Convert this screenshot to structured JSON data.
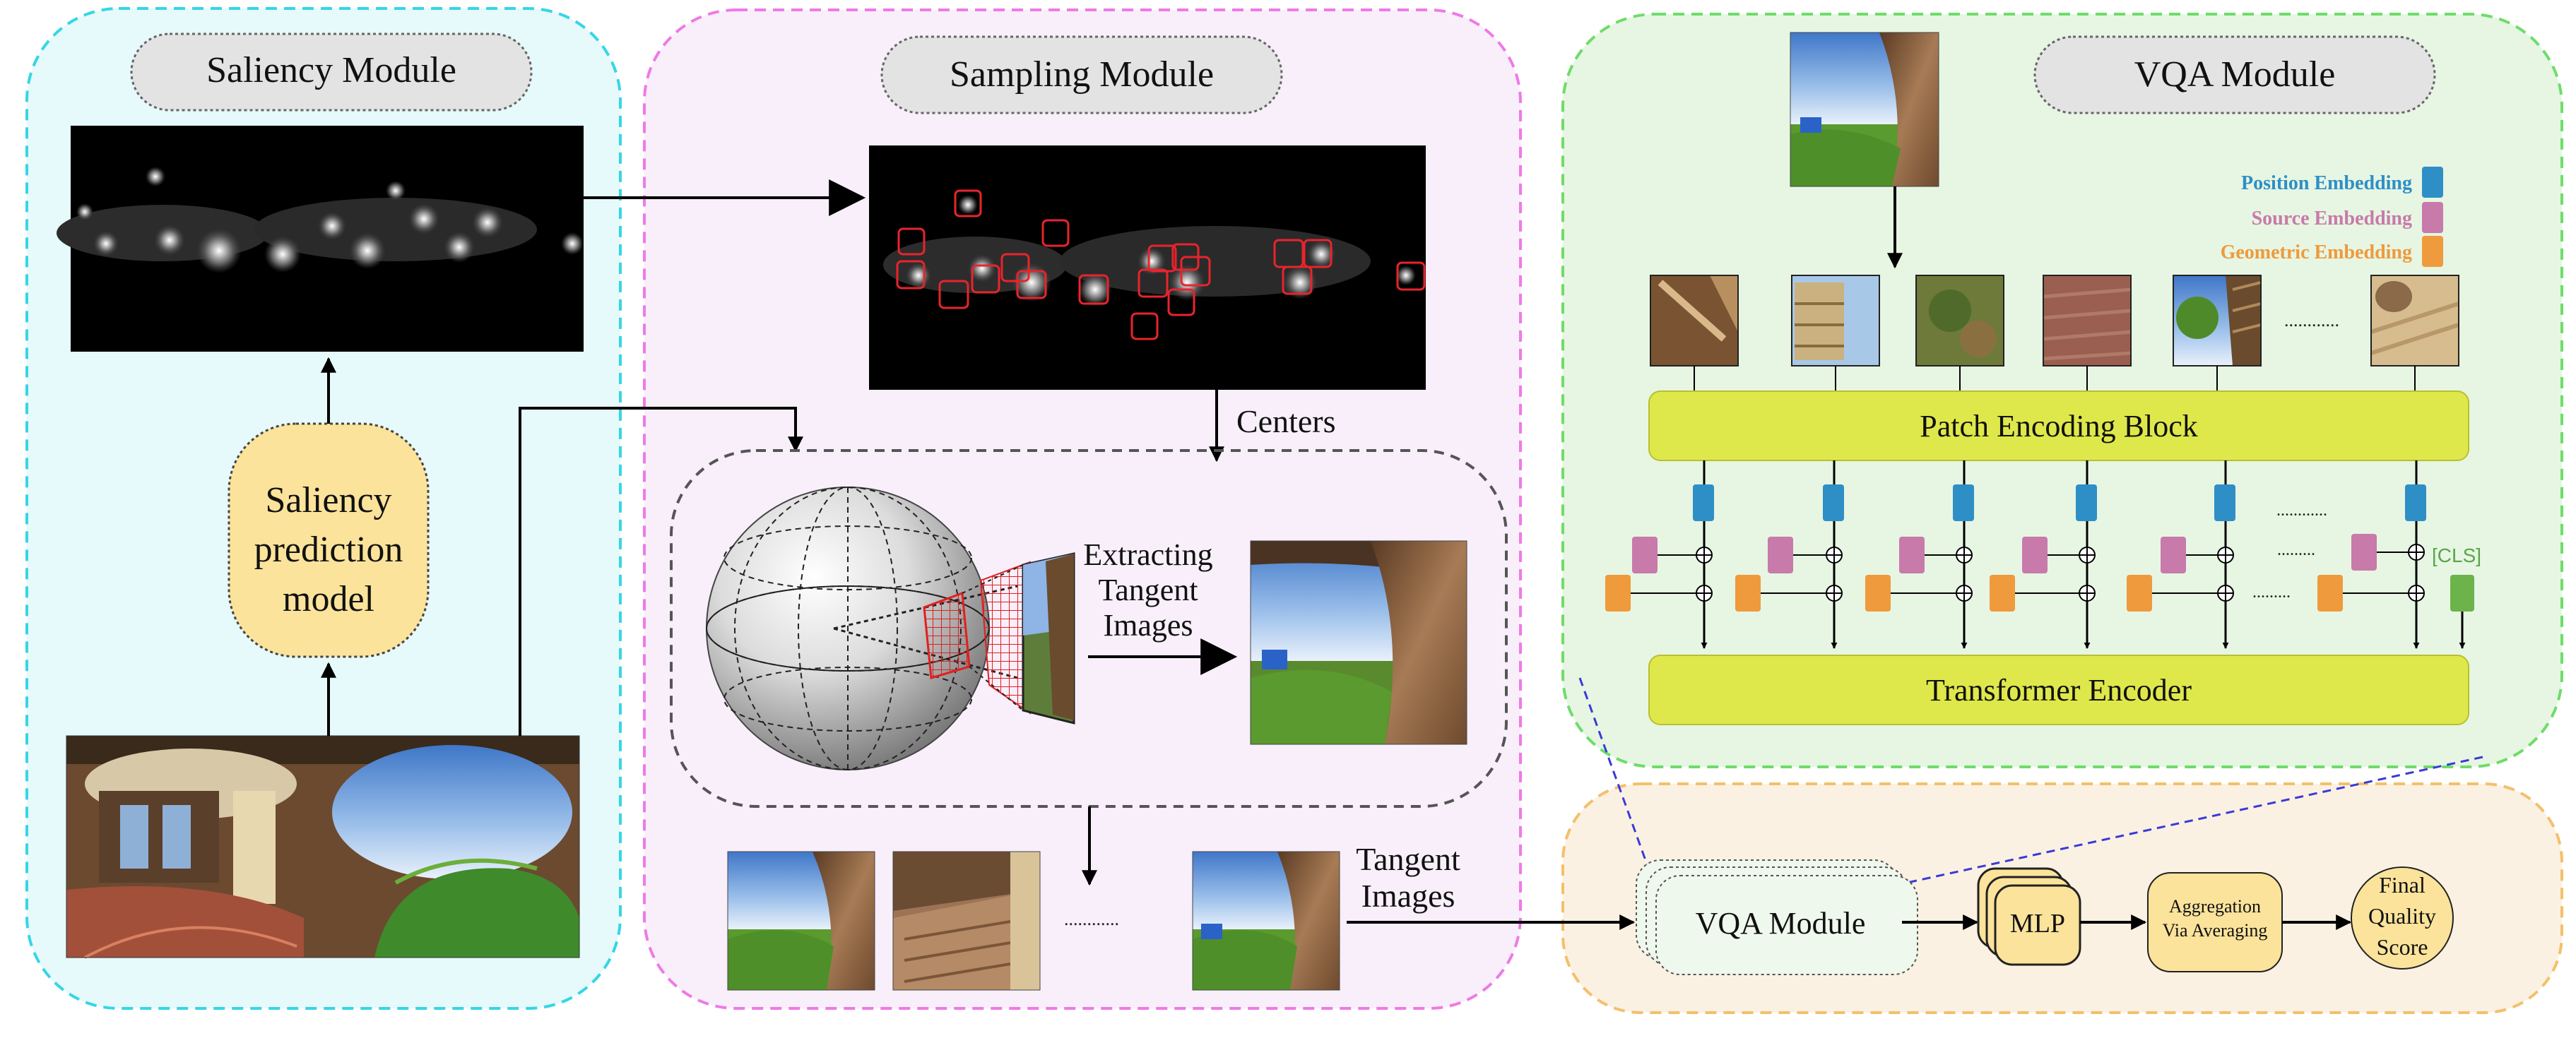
{
  "colors": {
    "saliency_panel_fill": "#e6f9fb",
    "saliency_panel_border": "#35d6e6",
    "sampling_panel_fill": "#f8effa",
    "sampling_panel_border": "#ee7ae6",
    "vqa_panel_fill": "#e6f6e3",
    "vqa_panel_border": "#6fdc6a",
    "bottom_panel_fill": "#fbf1e3",
    "bottom_panel_border": "#f3c06a",
    "title_pill_fill": "#e3e3e3",
    "yellow_box": "#fbe39b",
    "block_lime": "#dfe84a",
    "position_embedding": "#2e8fc6",
    "source_embedding": "#c87aaa",
    "geometric_embedding": "#ef9a3c",
    "cls_token": "#6bb34a",
    "cls_text": "#5aa54a",
    "vqa_stack_fill": "#eef8ec",
    "dashed_link": "#3a3ad6",
    "saliency_red_box": "#e8242c"
  },
  "saliency": {
    "title": "Saliency Module",
    "model_label_line1": "Saliency",
    "model_label_line2": "prediction",
    "model_label_line3": "model"
  },
  "sampling": {
    "title": "Sampling Module",
    "centers_label": "Centers",
    "extract_line1": "Extracting",
    "extract_line2": "Tangent",
    "extract_line3": "Images",
    "tangent_line1": "Tangent",
    "tangent_line2": "Images",
    "dots": "............"
  },
  "vqa": {
    "title": "VQA Module",
    "legend": {
      "position": "Position Embedding",
      "source": "Source Embedding",
      "geometric": "Geometric Embedding"
    },
    "patch_block": "Patch Encoding Block",
    "transformer": "Transformer Encoder",
    "cls": "[CLS]",
    "dots": "............"
  },
  "pipeline": {
    "vqa_module": "VQA Module",
    "mlp": "MLP",
    "aggregation_line1": "Aggregation",
    "aggregation_line2": "Via Averaging",
    "final_line1": "Final",
    "final_line2": "Quality",
    "final_line3": "Score"
  }
}
